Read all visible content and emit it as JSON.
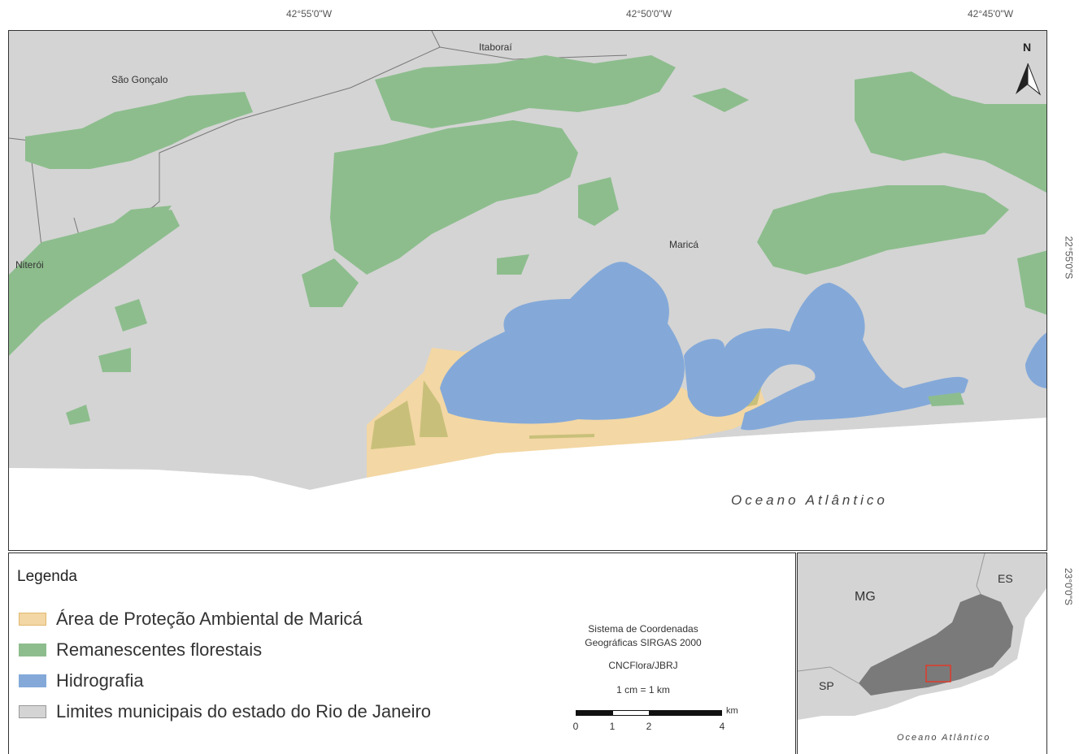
{
  "coordinates": {
    "lon_labels": [
      "42°55'0\"W",
      "42°50'0\"W",
      "42°45'0\"W"
    ],
    "lat_labels": [
      "22°55'0\"S",
      "23°0'0\"S"
    ]
  },
  "map": {
    "places": [
      "São Gonçalo",
      "Itaboraí",
      "Niterói",
      "Maricá"
    ],
    "ocean_label": "Oceano Atlântico",
    "north_label": "N"
  },
  "legend": {
    "title": "Legenda",
    "items": [
      {
        "label": "Área de Proteção Ambiental de Maricá",
        "color": "#f3d7a4"
      },
      {
        "label": "Remanescentes florestais",
        "color": "#8dbd8d"
      },
      {
        "label": "Hidrografia",
        "color": "#84a9d9"
      },
      {
        "label": "Limites municipais do estado do Rio de Janeiro",
        "color": "#d4d4d4"
      }
    ]
  },
  "metadata": {
    "coord_system_line1": "Sistema de Coordenadas",
    "coord_system_line2": "Geográficas SIRGAS 2000",
    "credit": "CNCFlora/JBRJ",
    "scale_text": "1 cm = 1 km",
    "scale_ticks": [
      "0",
      "1",
      "2",
      "4"
    ],
    "scale_unit": "km"
  },
  "inset": {
    "states": [
      "MG",
      "ES",
      "SP"
    ],
    "ocean_label": "Oceano Atlântico"
  }
}
